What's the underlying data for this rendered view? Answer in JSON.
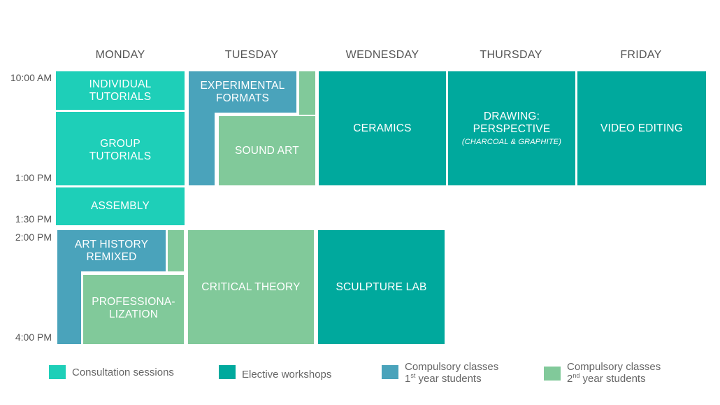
{
  "colors": {
    "consultation": "#1ecfb8",
    "elective": "#00a99d",
    "compulsory_1st": "#4aa3bb",
    "compulsory_2nd": "#81c99a"
  },
  "days": [
    "MONDAY",
    "TUESDAY",
    "WEDNESDAY",
    "THURSDAY",
    "FRIDAY"
  ],
  "times": [
    "10:00 AM",
    "1:00 PM",
    "1:30 PM",
    "2:00 PM",
    "4:00 PM"
  ],
  "sessions": {
    "individual_tutorials": [
      "INDIVIDUAL",
      "TUTORIALS"
    ],
    "group_tutorials": [
      "GROUP",
      "TUTORIALS"
    ],
    "assembly": "ASSEMBLY",
    "art_history": [
      "ART HISTORY",
      "REMIXED"
    ],
    "professionalization": [
      "PROFESSIONA-",
      "LIZATION"
    ],
    "experimental_formats": [
      "EXPERIMENTAL",
      "FORMATS"
    ],
    "sound_art": "SOUND ART",
    "critical_theory": "CRITICAL THEORY",
    "ceramics": "CERAMICS",
    "sculpture_lab": "SCULPTURE LAB",
    "drawing": [
      "DRAWING:",
      "PERSPECTIVE"
    ],
    "drawing_sub": "(CHARCOAL & GRAPHITE)",
    "video_editing": "VIDEO EDITING"
  },
  "legend": {
    "consultation": "Consultation  sessions",
    "elective": "Elective workshops",
    "compulsory_1st": {
      "line1": "Compulsory classes",
      "num": "1",
      "sup": "st",
      "rest": " year students"
    },
    "compulsory_2nd": {
      "line1": "Compulsory classes",
      "num": "2",
      "sup": "nd",
      "rest": " year students"
    }
  }
}
